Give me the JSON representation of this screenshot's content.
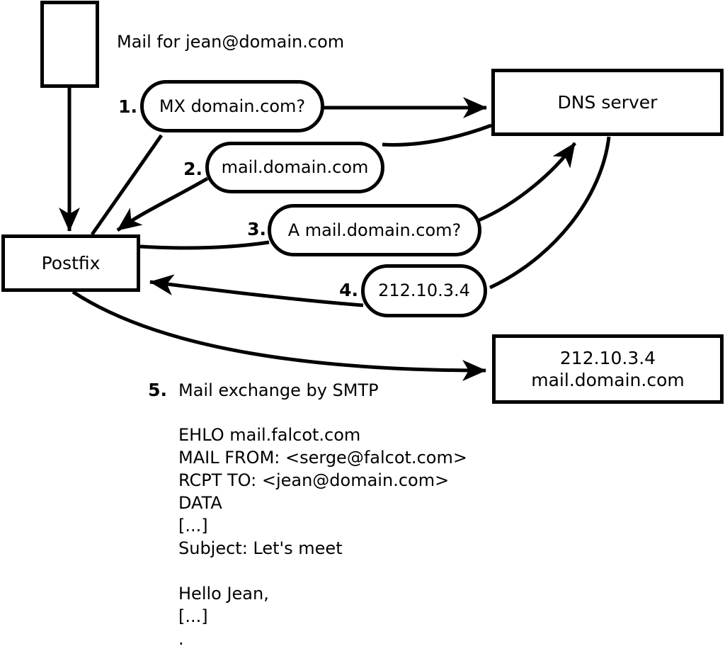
{
  "diagram": {
    "annotation": "Mail for jean@domain.com",
    "nodes": {
      "postfix": {
        "label": "Postfix"
      },
      "dns_server": {
        "label": "DNS server"
      },
      "mail_server": {
        "line1": "212.10.3.4",
        "line2": "mail.domain.com"
      }
    },
    "steps": [
      {
        "number": "1.",
        "label": "MX domain.com?"
      },
      {
        "number": "2.",
        "label": "mail.domain.com"
      },
      {
        "number": "3.",
        "label": "A mail.domain.com?"
      },
      {
        "number": "4.",
        "label": "212.10.3.4"
      },
      {
        "number": "5.",
        "label": "Mail exchange by SMTP"
      }
    ],
    "smtp": {
      "lines": [
        "EHLO mail.falcot.com",
        "MAIL FROM: <serge@falcot.com>",
        "RCPT TO: <jean@domain.com>",
        "DATA",
        "[...]",
        "Subject: Let's meet",
        "",
        "Hello Jean,",
        "[...]",
        "."
      ]
    },
    "colors": {
      "stroke": "#000000",
      "fill": "#ffffff"
    }
  }
}
